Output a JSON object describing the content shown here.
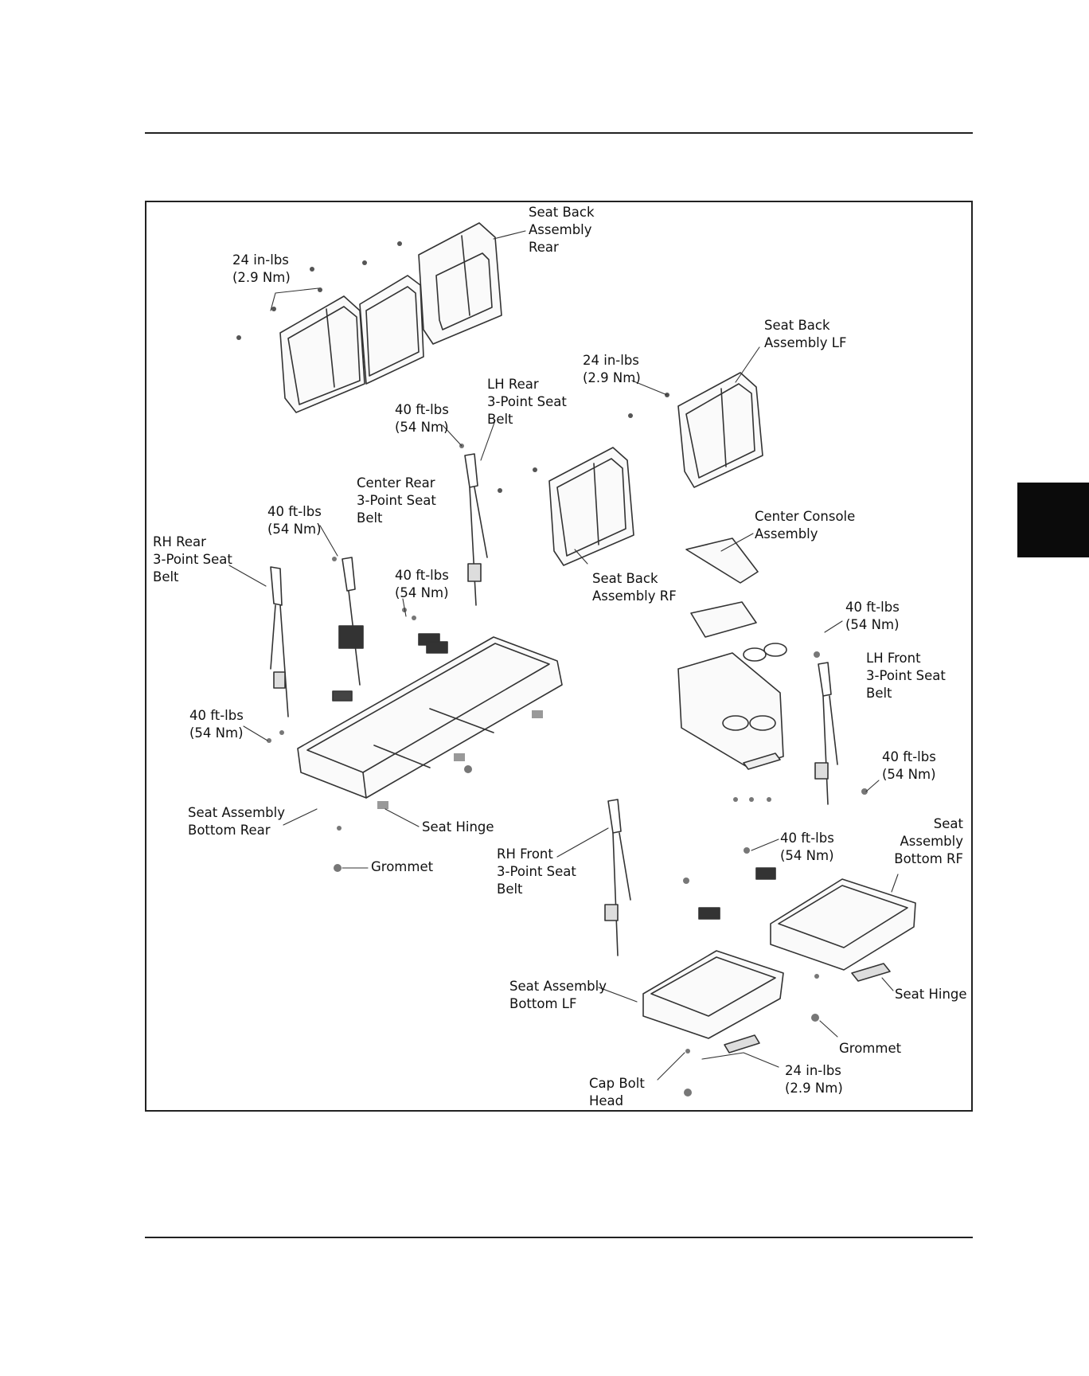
{
  "callouts": {
    "seat_back_assembly_rear": [
      "Seat Back",
      "Assembly",
      "Rear"
    ],
    "torque_rear_back": [
      "24 in-lbs",
      "(2.9 Nm)"
    ],
    "seat_back_assembly_lf": [
      "Seat Back",
      "Assembly LF"
    ],
    "torque_lf_back": [
      "24 in-lbs",
      "(2.9 Nm)"
    ],
    "lh_rear_belt": [
      "LH Rear",
      "3-Point Seat",
      "Belt"
    ],
    "torque_lh_rear": [
      "40 ft-lbs",
      "(54 Nm)"
    ],
    "center_rear_belt": [
      "Center Rear",
      "3-Point Seat",
      "Belt"
    ],
    "torque_center_rear": [
      "40 ft-lbs",
      "(54 Nm)"
    ],
    "rh_rear_belt": [
      "RH Rear",
      "3-Point Seat",
      "Belt"
    ],
    "torque_center_buckle": [
      "40 ft-lbs",
      "(54 Nm)"
    ],
    "seat_back_assembly_rf": [
      "Seat Back",
      "Assembly RF"
    ],
    "center_console_assembly": [
      "Center Console",
      "Assembly"
    ],
    "torque_lh_front_top": [
      "40 ft-lbs",
      "(54 Nm)"
    ],
    "lh_front_belt": [
      "LH Front",
      "3-Point Seat",
      "Belt"
    ],
    "torque_rh_rear_bottom": [
      "40 ft-lbs",
      "(54 Nm)"
    ],
    "torque_lh_front_bottom": [
      "40 ft-lbs",
      "(54 Nm)"
    ],
    "seat_assembly_bottom_rear": [
      "Seat Assembly",
      "Bottom Rear"
    ],
    "seat_hinge_rear": [
      "Seat Hinge"
    ],
    "grommet_rear": [
      "Grommet"
    ],
    "rh_front_belt": [
      "RH Front",
      "3-Point Seat",
      "Belt"
    ],
    "torque_front_buckle": [
      "40 ft-lbs",
      "(54 Nm)"
    ],
    "seat_assembly_bottom_rf": [
      "Seat",
      "Assembly",
      "Bottom RF"
    ],
    "seat_assembly_bottom_lf": [
      "Seat Assembly",
      "Bottom LF"
    ],
    "seat_hinge_front": [
      "Seat Hinge"
    ],
    "grommet_front": [
      "Grommet"
    ],
    "cap_bolt_head": [
      "Cap Bolt",
      "Head"
    ],
    "torque_front_hinge": [
      "24 in-lbs",
      "(2.9 Nm)"
    ]
  }
}
